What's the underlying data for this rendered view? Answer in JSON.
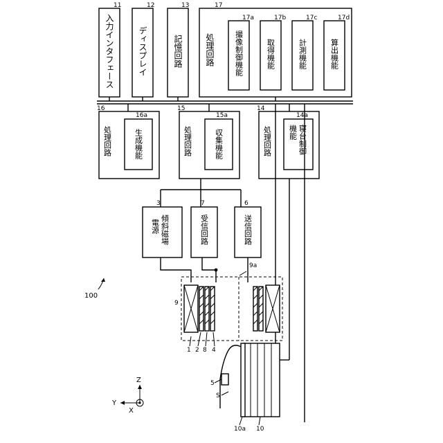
{
  "refs": {
    "system": "100",
    "input_interface": "11",
    "display": "12",
    "memory": "13",
    "proc17": "17",
    "f17a": "17a",
    "f17b": "17b",
    "f17c": "17c",
    "f17d": "17d",
    "proc16": "16",
    "f16a": "16a",
    "proc15": "15",
    "f15a": "15a",
    "proc14": "14",
    "f14a": "14a",
    "gradient": "3",
    "receiver": "7",
    "transmitter": "6",
    "coil9": "9",
    "coil9a": "9a",
    "p1": "1",
    "p2": "2",
    "p8": "8",
    "p4": "4",
    "p5": "5",
    "subject": "S",
    "couch": "10",
    "couch_top": "10a"
  },
  "labels": {
    "input_interface": "入力インタフェース",
    "display": "ディスプレイ",
    "memory": "記憶回路",
    "proc17": "処理回路",
    "f17a": "撮像制御機能",
    "f17b": "取得機能",
    "f17c": "計測機能",
    "f17d": "算出機能",
    "proc16": "処理回路",
    "f16a": "生成機能",
    "proc15": "処理回路",
    "f15a": "収集機能",
    "proc14": "処理回路",
    "f14a_1": "寝台制御",
    "f14a_2": "機能",
    "gradient_1": "傾斜磁場",
    "gradient_2": "電源",
    "receiver": "受信回路",
    "transmitter": "送信回路"
  },
  "axes": {
    "y": "Y",
    "x": "X",
    "z": "Z"
  }
}
